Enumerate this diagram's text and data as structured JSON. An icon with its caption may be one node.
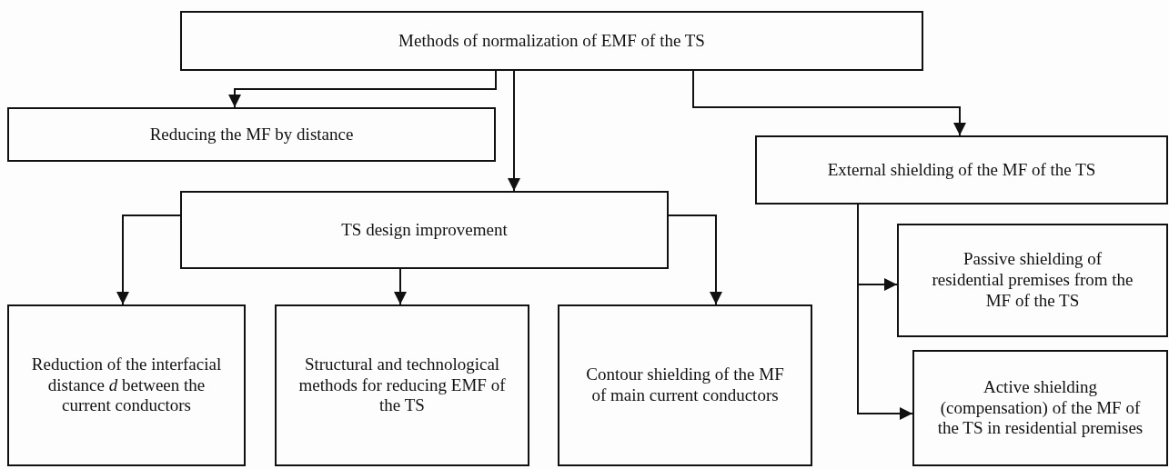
{
  "diagram": {
    "nodes": [
      {
        "text": [
          "Methods of normalization of EMF of the TS"
        ]
      },
      {
        "text": [
          "Reducing the MF by distance"
        ]
      },
      {
        "text": [
          "External shielding of the MF of the TS"
        ]
      },
      {
        "text": [
          "TS design improvement"
        ]
      },
      {
        "text": [
          "Reduction of the interfacial distance *d* between the current conductors"
        ]
      },
      {
        "text": [
          "Structural and technological methods for reducing EMF of the TS"
        ]
      },
      {
        "text": [
          "Contour shielding of the MF of main current conductors"
        ]
      },
      {
        "text": [
          "Passive shielding of residential premises from the MF of the TS"
        ]
      },
      {
        "text": [
          "Active shielding (compensation) of the MF of the TS in residential premises"
        ]
      }
    ],
    "edges": [
      {
        "from": 0,
        "to": 1,
        "arrow": "to"
      },
      {
        "from": 0,
        "to": 3,
        "arrow": "to"
      },
      {
        "from": 0,
        "to": 2,
        "arrow": "to"
      },
      {
        "from": 3,
        "to": 4,
        "arrow": "to"
      },
      {
        "from": 3,
        "to": 5,
        "arrow": "to"
      },
      {
        "from": 3,
        "to": 6,
        "arrow": "to"
      },
      {
        "from": 2,
        "to": 7,
        "arrow": "to"
      },
      {
        "from": 2,
        "to": 8,
        "arrow": "to"
      }
    ]
  }
}
